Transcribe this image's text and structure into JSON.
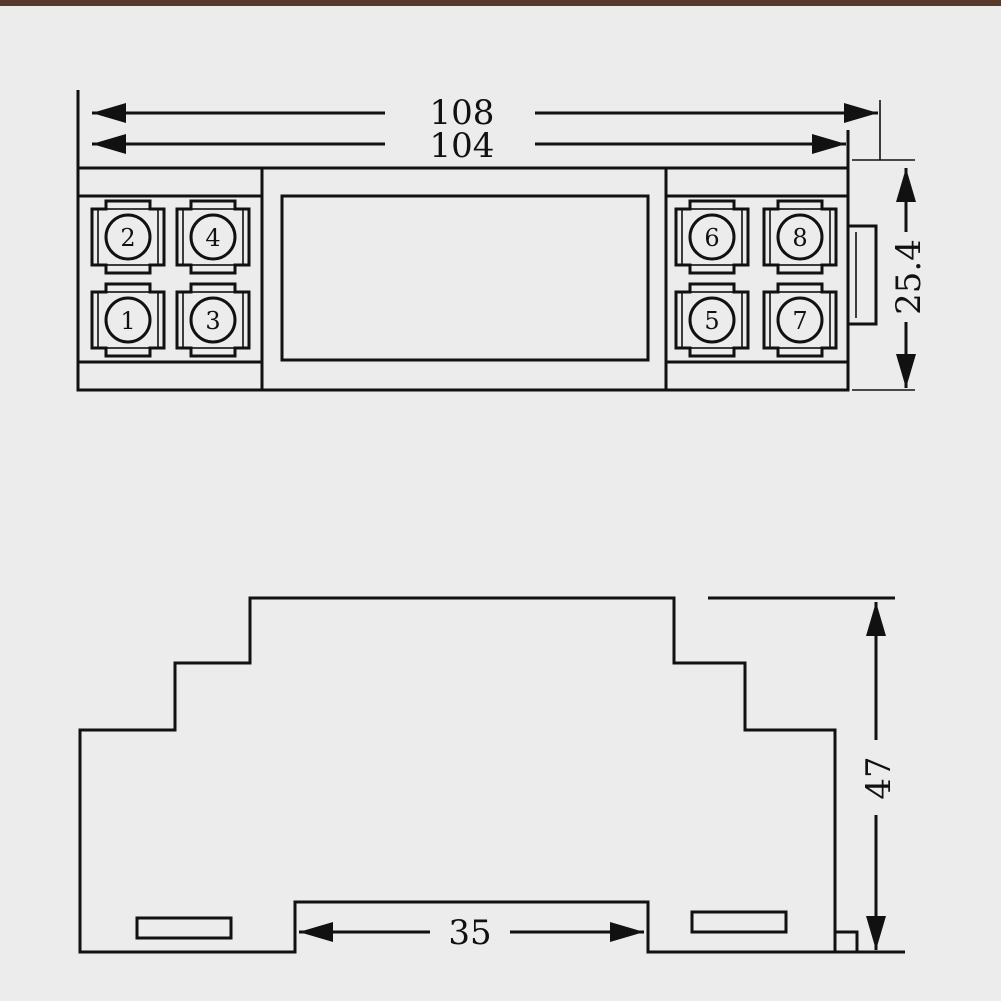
{
  "diagram": {
    "top_view": {
      "dimensions": {
        "overall_width": "108",
        "body_width": "104",
        "height": "25.4"
      },
      "terminals_left": [
        "2",
        "4",
        "1",
        "3"
      ],
      "terminals_right": [
        "6",
        "8",
        "5",
        "7"
      ]
    },
    "side_view": {
      "dimensions": {
        "height": "47",
        "rail_width": "35"
      }
    }
  },
  "colors": {
    "background": "#ececec",
    "line": "#111111",
    "top_border": "#5a3a2c"
  }
}
